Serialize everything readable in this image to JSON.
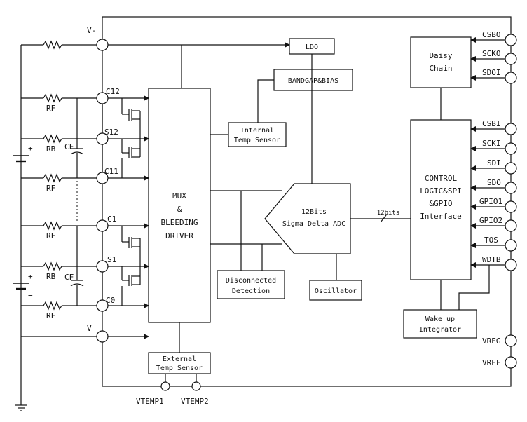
{
  "pins_left": {
    "v_minus": "V-",
    "c12": "C12",
    "s12": "S12",
    "c11": "C11",
    "c1": "C1",
    "s1": "S1",
    "c0": "C0",
    "v": "V"
  },
  "pins_right": {
    "csbo": "CSBO",
    "scko": "SCKO",
    "sdoi": "SDOI",
    "csbi": "CSBI",
    "scki": "SCKI",
    "sdi": "SDI",
    "sdo": "SDO",
    "gpio1": "GPIO1",
    "gpio2": "GPIO2",
    "tos": "TOS",
    "wdtb": "WDTB",
    "vreg": "VREG",
    "vref": "VREF"
  },
  "pins_bottom": {
    "vtemp1": "VTEMP1",
    "vtemp2": "VTEMP2"
  },
  "components": {
    "rf": "RF",
    "rb": "RB",
    "cf": "CF",
    "plus": "+",
    "minus": "−"
  },
  "blocks": {
    "ldo": "LDO",
    "bandgap": "BANDGAP&BIAS",
    "internal_temp": [
      "Internal",
      "Temp Sensor"
    ],
    "mux": [
      "MUX",
      "&",
      "BLEEDING",
      "DRIVER"
    ],
    "adc": [
      "12Bits",
      "Sigma Delta ADC"
    ],
    "bus_label": "12bits",
    "disconnect": [
      "Disconnected",
      "Detection"
    ],
    "oscillator": "Oscillator",
    "daisy": [
      "Daisy",
      "Chain"
    ],
    "control": [
      "CONTROL",
      "LOGIC&SPI",
      "&GPIO",
      "Interface"
    ],
    "wakeup": [
      "Wake up",
      "Integrator"
    ],
    "external_temp": [
      "External",
      "Temp Sensor"
    ]
  }
}
